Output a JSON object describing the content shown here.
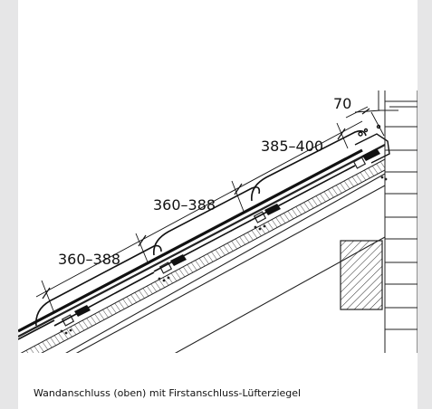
{
  "figure": {
    "caption": "Wandanschluss (oben) mit Firstanschluss-Lüfterziegel",
    "dimensions": [
      "70",
      "385–400",
      "360–388",
      "360–388"
    ]
  }
}
